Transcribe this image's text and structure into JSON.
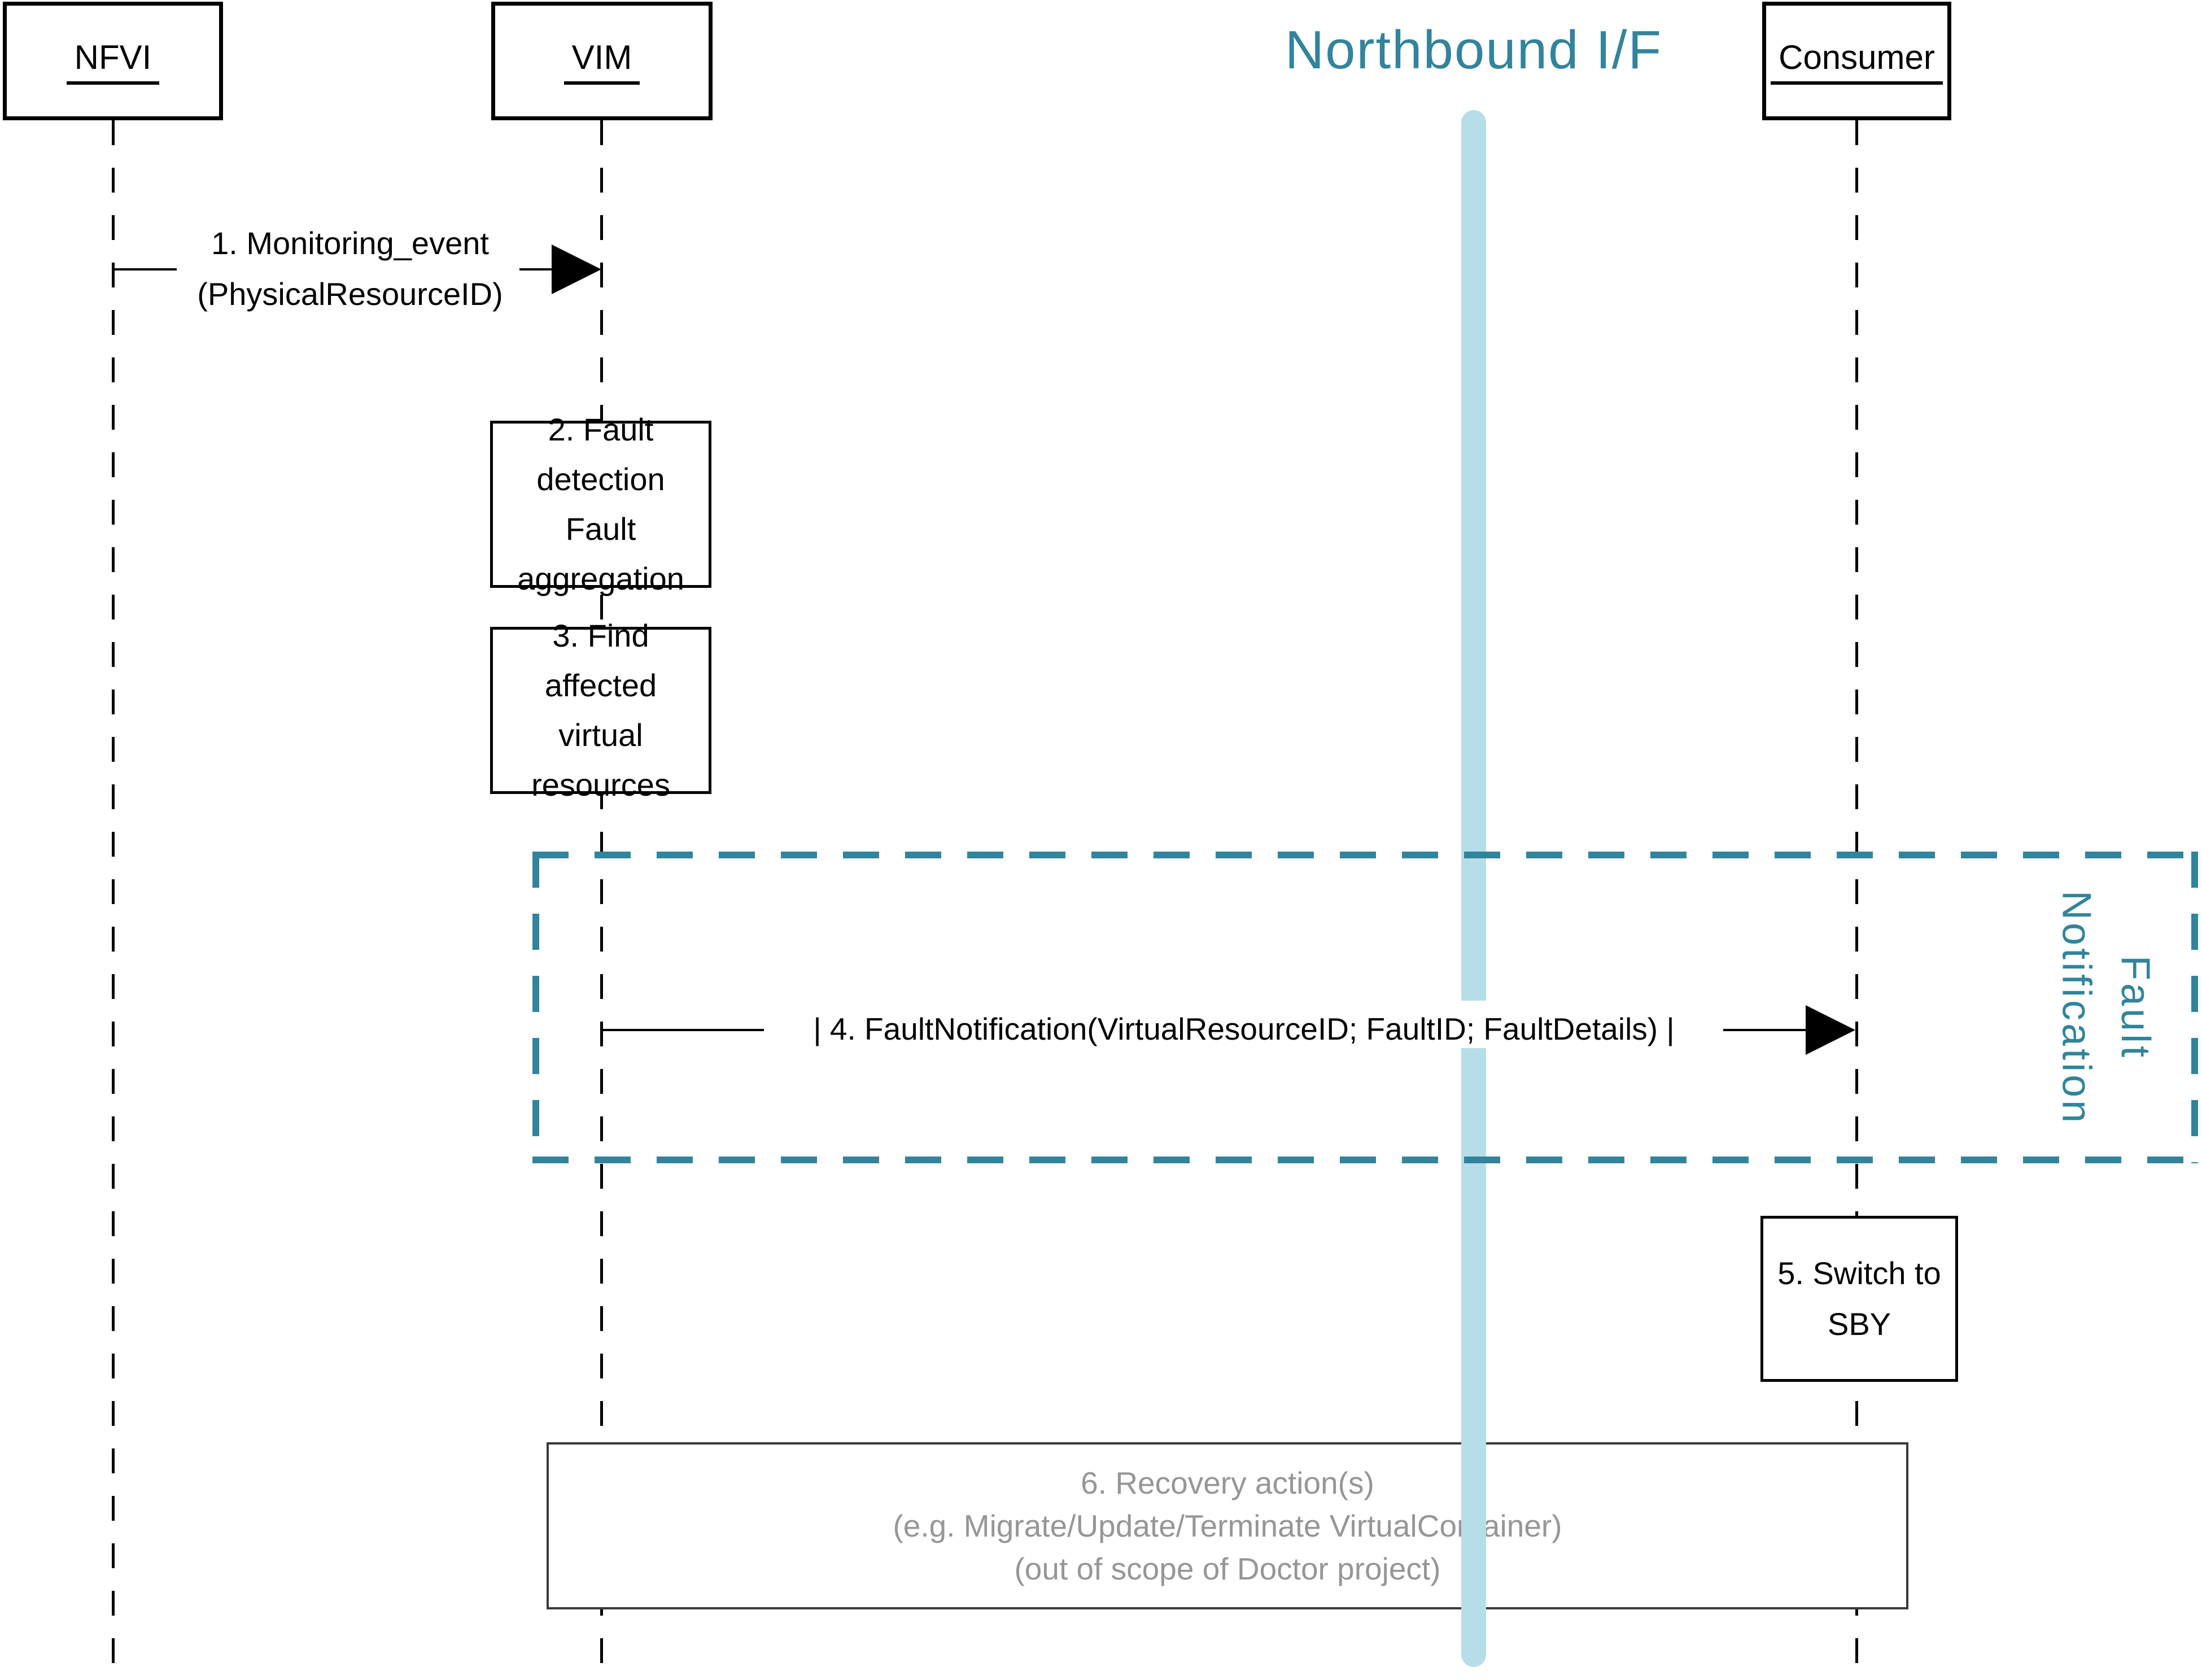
{
  "diagram_title": "Northbound I/F",
  "actors": {
    "nfvi": "NFVI",
    "vim": "VIM",
    "consumer": "Consumer"
  },
  "messages": {
    "msg1_line1": "1. Monitoring_event",
    "msg1_line2": "(PhysicalResourceID)",
    "msg4": "| 4. FaultNotification(VirtualResourceID; FaultID; FaultDetails) |"
  },
  "activities": {
    "box2_line1": "2. Fault detection",
    "box2_line2": "Fault aggregation",
    "box3_line1": "3. Find affected",
    "box3_line2": "virtual resources",
    "box5_line1": "5. Switch to",
    "box5_line2": "SBY",
    "box6_line1": "6. Recovery action(s)",
    "box6_line2": "(e.g. Migrate/Update/Terminate VirtualContainer)",
    "box6_line3": "(out of scope of Doctor project)"
  },
  "frame_label": {
    "line1": "Fault",
    "line2": "Notification"
  },
  "colors": {
    "teal": "#31849B",
    "light_blue": "#B7DEE8",
    "gray_text": "#969696"
  }
}
